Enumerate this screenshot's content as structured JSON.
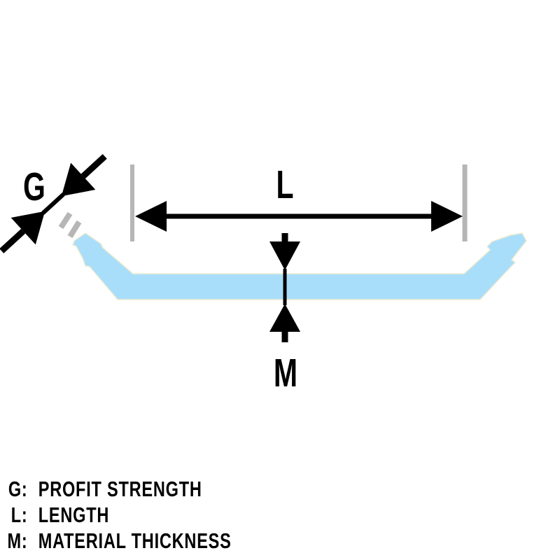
{
  "diagram": {
    "labels": {
      "gauge": "G",
      "length": "L",
      "thickness": "M"
    },
    "colors": {
      "material": "#a9defa",
      "ink": "#000000",
      "extension": "#b6b6b6",
      "edge_highlight": "#f0ecd2"
    }
  },
  "legend": {
    "items": [
      {
        "key": "G:",
        "label": "PROFIT STRENGTH"
      },
      {
        "key": "L:",
        "label": "LENGTH"
      },
      {
        "key": "M:",
        "label": "MATERIAL THICKNESS"
      }
    ]
  }
}
